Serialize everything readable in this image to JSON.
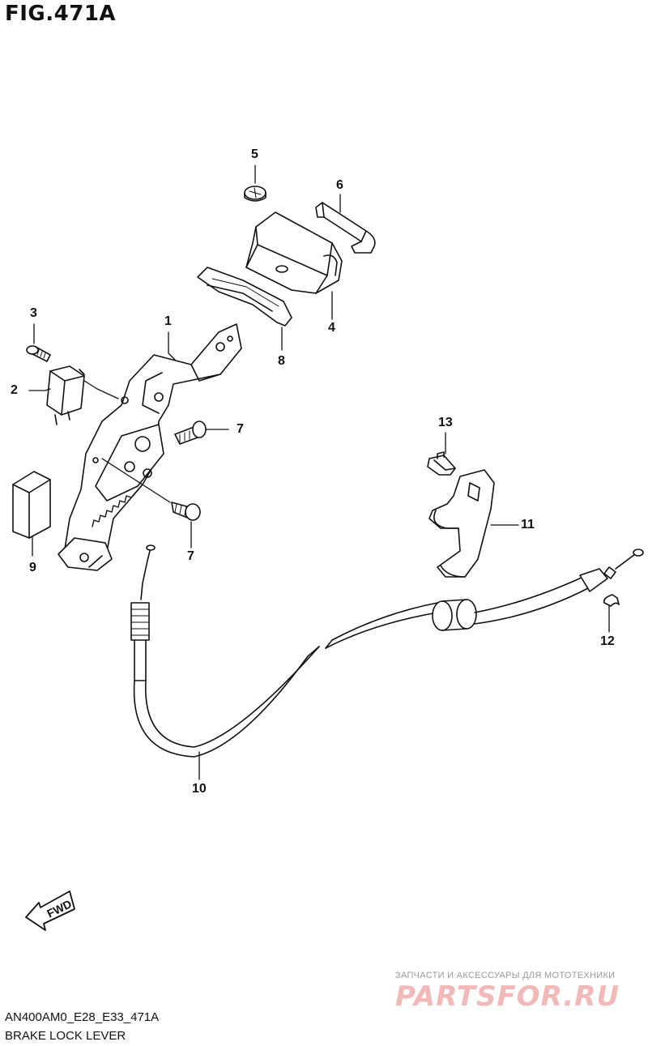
{
  "figure": {
    "title": "FIG.471A",
    "code": "AN400AM0_E28_E33_471A",
    "caption": "BRAKE LOCK LEVER"
  },
  "callouts": [
    "1",
    "2",
    "3",
    "4",
    "5",
    "6",
    "7",
    "7",
    "8",
    "9",
    "10",
    "11",
    "12",
    "13"
  ],
  "fwd_label": "FWD",
  "watermark": {
    "line1": "ЗАПЧАСТИ И АКСЕССУАРЫ ДЛЯ МОТОТЕХНИКИ",
    "line2": "PARTSFOR.RU"
  },
  "colors": {
    "ink": "#111111",
    "watermark": "#f3b8b8"
  }
}
